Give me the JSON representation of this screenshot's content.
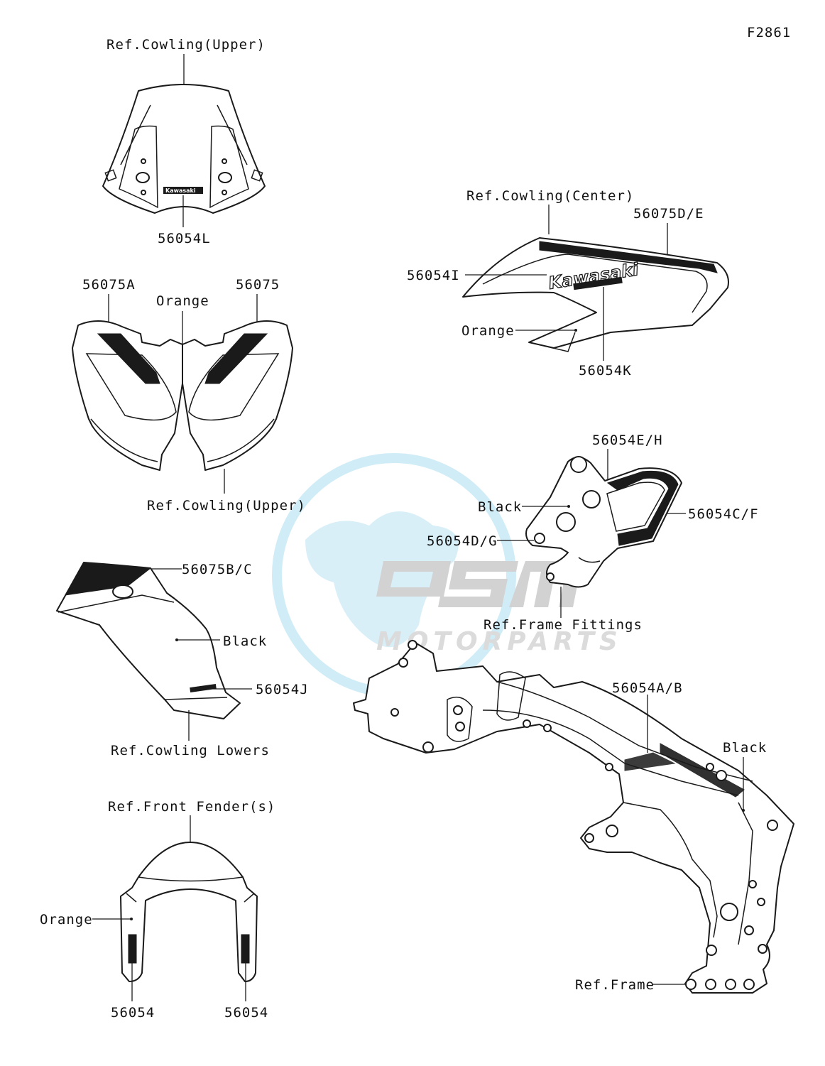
{
  "figure_code": "F2861",
  "labels": {
    "windscreen_ref": "Ref.Cowling(Upper)",
    "windscreen_part": "56054L",
    "windscreen_logo": "Kawasaki",
    "upper_left_part": "56075A",
    "upper_right_part": "56075",
    "upper_color": "Orange",
    "upper_ref": "Ref.Cowling(Upper)",
    "center_ref": "Ref.Cowling(Center)",
    "center_stripe": "56075D/E",
    "center_logo_part": "56054I",
    "center_logo": "Kawasaki",
    "center_color": "Orange",
    "center_sub_part": "56054K",
    "fitting_top": "56054E/H",
    "fitting_color": "Black",
    "fitting_right": "56054C/F",
    "fitting_left": "56054D/G",
    "fitting_ref": "Ref.Frame Fittings",
    "lower_top": "56075B/C",
    "lower_color": "Black",
    "lower_part": "56054J",
    "lower_ref": "Ref.Cowling Lowers",
    "fender_ref": "Ref.Front Fender(s)",
    "fender_color": "Orange",
    "fender_left_part": "56054",
    "fender_right_part": "56054",
    "frame_part": "56054A/B",
    "frame_color": "Black",
    "frame_ref": "Ref.Frame"
  },
  "watermark": {
    "brand": "OSM",
    "sub": "MOTORPARTS",
    "globe_color": "#bfe6f5",
    "text_color": "#c8c8c8"
  }
}
